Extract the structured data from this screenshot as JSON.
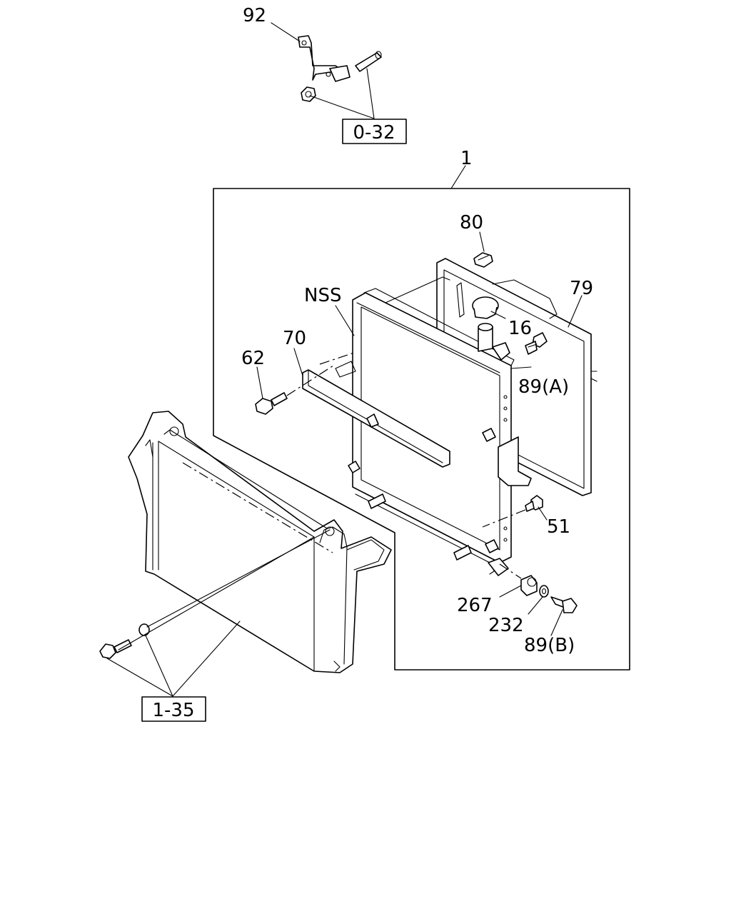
{
  "callouts": {
    "c92": "92",
    "c1": "1",
    "c80": "80",
    "c79": "79",
    "cNSS": "NSS",
    "c16": "16",
    "c70": "70",
    "c62": "62",
    "c89A": "89(A)",
    "c51": "51",
    "c267": "267",
    "c232": "232",
    "c89B": "89(B)"
  },
  "references": {
    "ref_0_32": "0-32",
    "ref_1_35": "1-35"
  }
}
